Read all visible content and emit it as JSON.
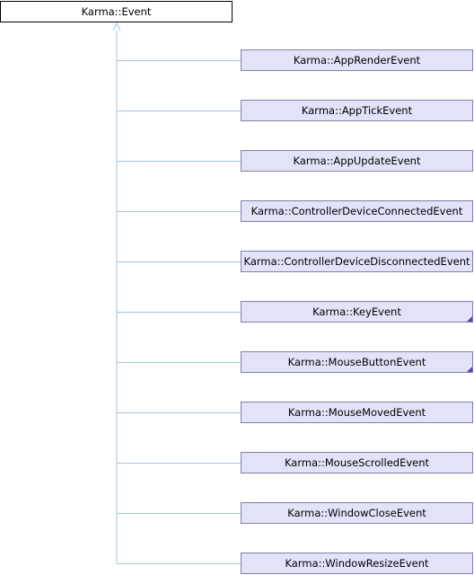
{
  "diagram": {
    "base_class": "Karma::Event",
    "colors": {
      "edge": "#9fc7dc",
      "child_fill": "#e2e2f9",
      "child_border": "#8080a8",
      "base_fill": "#ffffff",
      "base_border": "#000000",
      "marker": "#6040c0"
    },
    "derived": [
      {
        "label": "Karma::AppRenderEvent",
        "has_more": false
      },
      {
        "label": "Karma::AppTickEvent",
        "has_more": false
      },
      {
        "label": "Karma::AppUpdateEvent",
        "has_more": false
      },
      {
        "label": "Karma::ControllerDeviceConnectedEvent",
        "has_more": false
      },
      {
        "label": "Karma::ControllerDeviceDisconnectedEvent",
        "has_more": false
      },
      {
        "label": "Karma::KeyEvent",
        "has_more": true
      },
      {
        "label": "Karma::MouseButtonEvent",
        "has_more": true
      },
      {
        "label": "Karma::MouseMovedEvent",
        "has_more": false
      },
      {
        "label": "Karma::MouseScrolledEvent",
        "has_more": false
      },
      {
        "label": "Karma::WindowCloseEvent",
        "has_more": false
      },
      {
        "label": "Karma::WindowResizeEvent",
        "has_more": false
      }
    ]
  }
}
